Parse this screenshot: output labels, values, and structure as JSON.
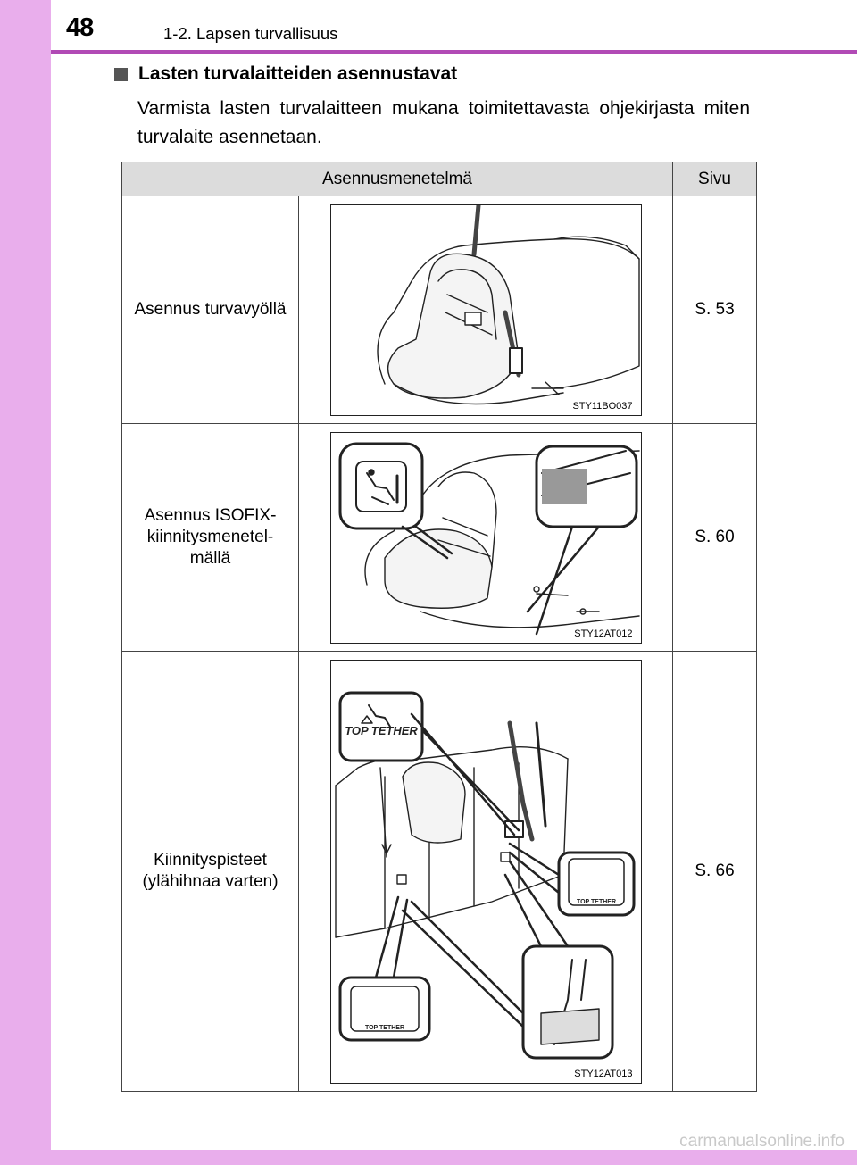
{
  "header": {
    "page_number": "48",
    "section": "1-2. Lapsen turvallisuus"
  },
  "heading": "Lasten turvalaitteiden asennustavat",
  "intro": "Varmista lasten turvalaitteen mukana toimitettavasta ohjekirjasta miten turvalaite asennetaan.",
  "table": {
    "headers": [
      "Asennusmenetelmä",
      "Sivu"
    ],
    "rows": [
      {
        "method": "Asennus turvavyöllä",
        "page": "S. 53",
        "figure_code": "STY11BO037"
      },
      {
        "method": "Asennus ISOFIX-\nkiinnitysmenetel-\nmällä",
        "page": "S. 60",
        "figure_code": "STY12AT012"
      },
      {
        "method": "Kiinnityspisteet\n(ylähihnaa varten)",
        "page": "S. 66",
        "figure_code": "STY12AT013"
      }
    ]
  },
  "labels": {
    "top_tether_large": "TOP  TETHER",
    "top_tether_small": "TOP TETHER"
  },
  "watermark": "carmanualsonline.info"
}
